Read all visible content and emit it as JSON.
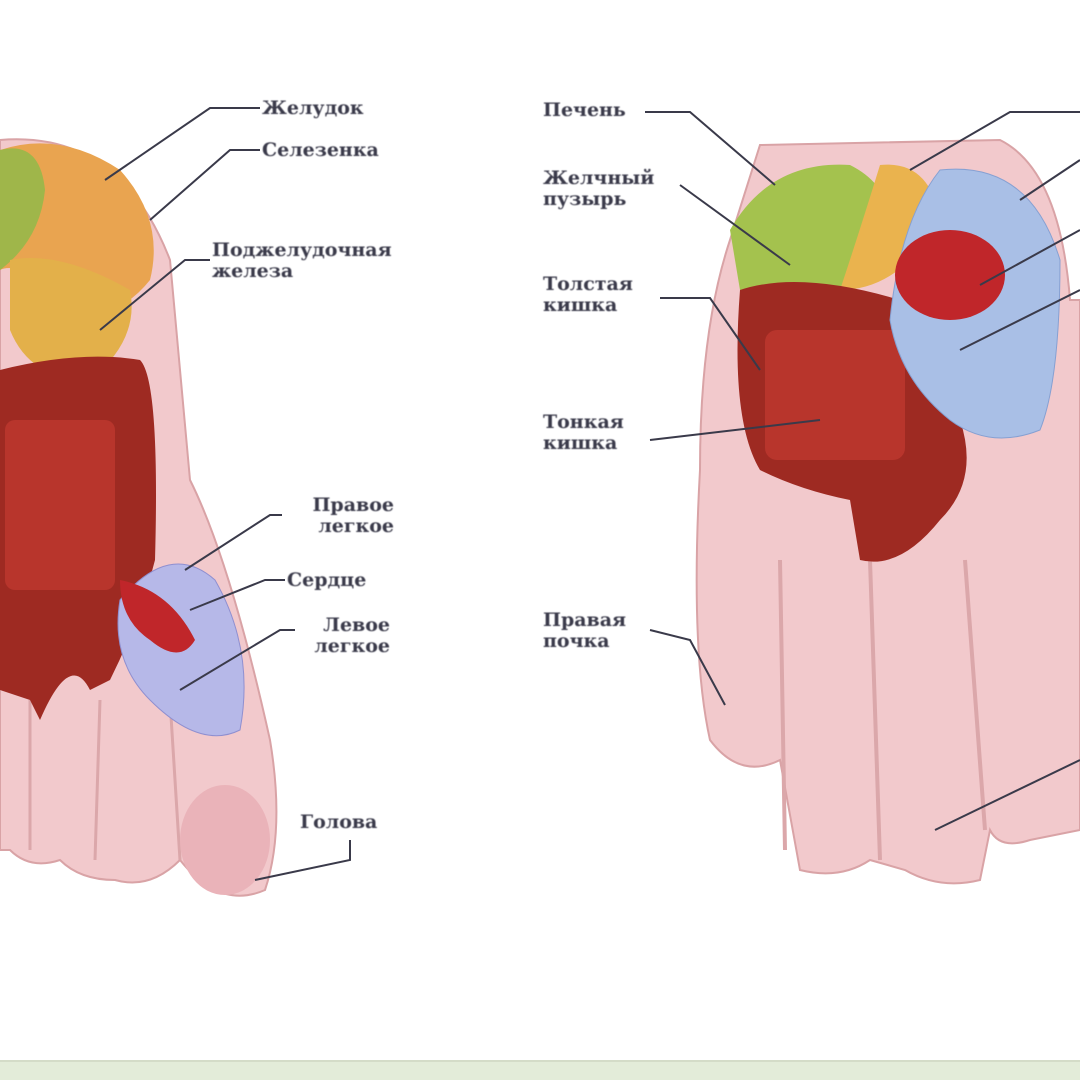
{
  "left_diagram": {
    "labels": {
      "stomach": "Желудок",
      "spleen": "Селезенка",
      "pancreas": "Поджелудочная железа",
      "right_lung": "Правое легкое",
      "heart": "Сердце",
      "left_lung": "Левое легкое",
      "head": "Голова"
    }
  },
  "right_diagram": {
    "labels": {
      "liver": "Печень",
      "gallbladder": "Желчный пузырь",
      "large_intestine": "Толстая кишка",
      "small_intestine": "Тонкая кишка",
      "right_kidney": "Правая почка"
    }
  },
  "colors": {
    "skin": "#f0c6c8",
    "intestine": "#9e2a22",
    "liver": "#a4c24e",
    "stomach": "#e9a450",
    "lung": "#a9bfe6",
    "heart": "#c0262a"
  }
}
